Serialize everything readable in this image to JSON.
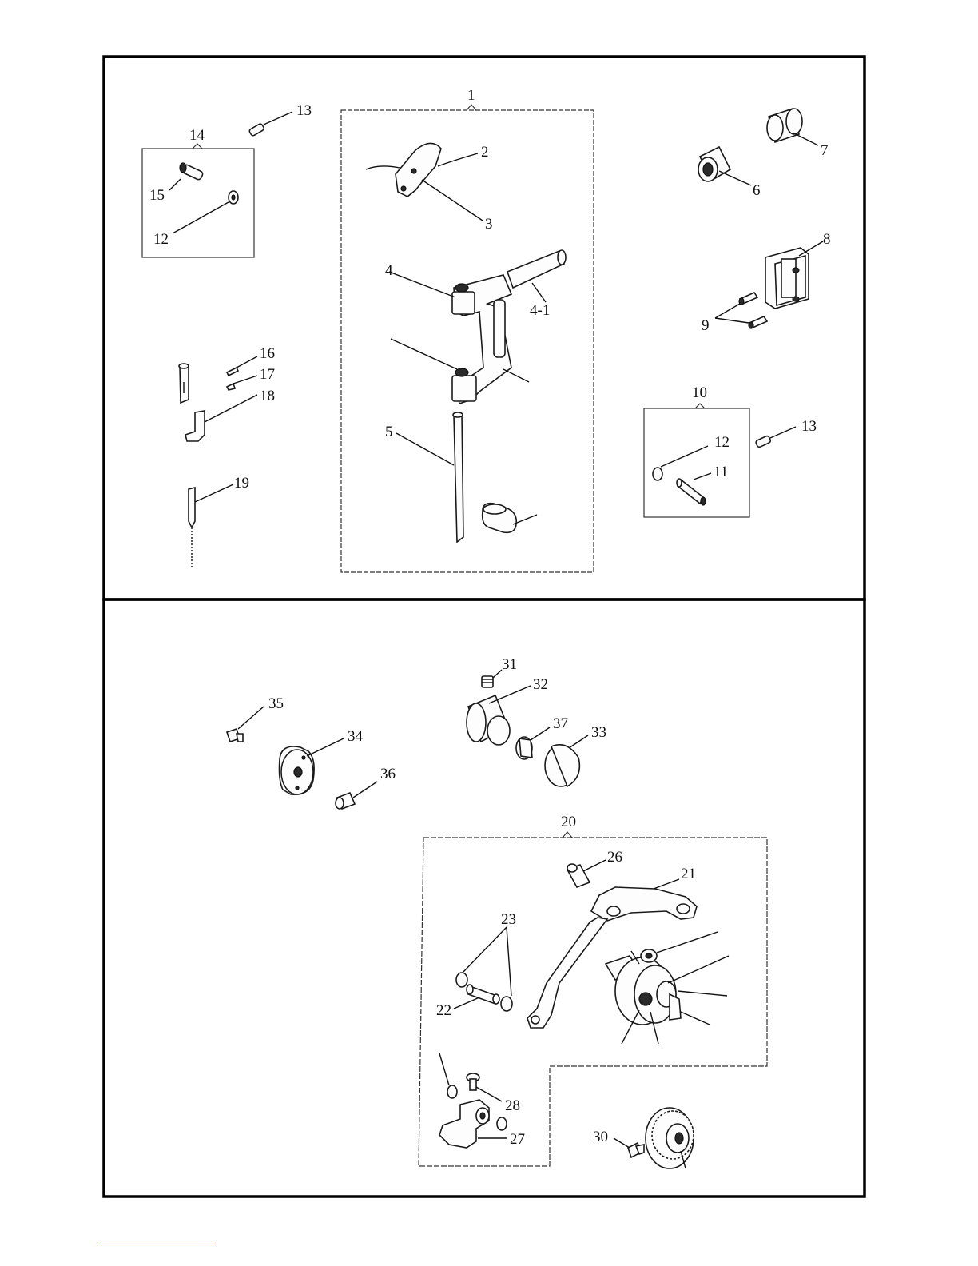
{
  "labels": {
    "l1": "1",
    "l2": "2",
    "l3": "3",
    "l4": "4",
    "l4_1": "4-1",
    "l5": "5",
    "l6": "6",
    "l7": "7",
    "l8": "8",
    "l9": "9",
    "l10": "10",
    "l11": "11",
    "l12a": "12",
    "l12b": "12",
    "l13a": "13",
    "l13b": "13",
    "l14": "14",
    "l15": "15",
    "l16": "16",
    "l17": "17",
    "l18": "18",
    "l19": "19",
    "l20": "20",
    "l21": "21",
    "l22": "22",
    "l23": "23",
    "l26": "26",
    "l27": "27",
    "l28": "28",
    "l30": "30",
    "l31": "31",
    "l32": "32",
    "l33": "33",
    "l34": "34",
    "l35": "35",
    "l36": "36",
    "l37": "37"
  }
}
